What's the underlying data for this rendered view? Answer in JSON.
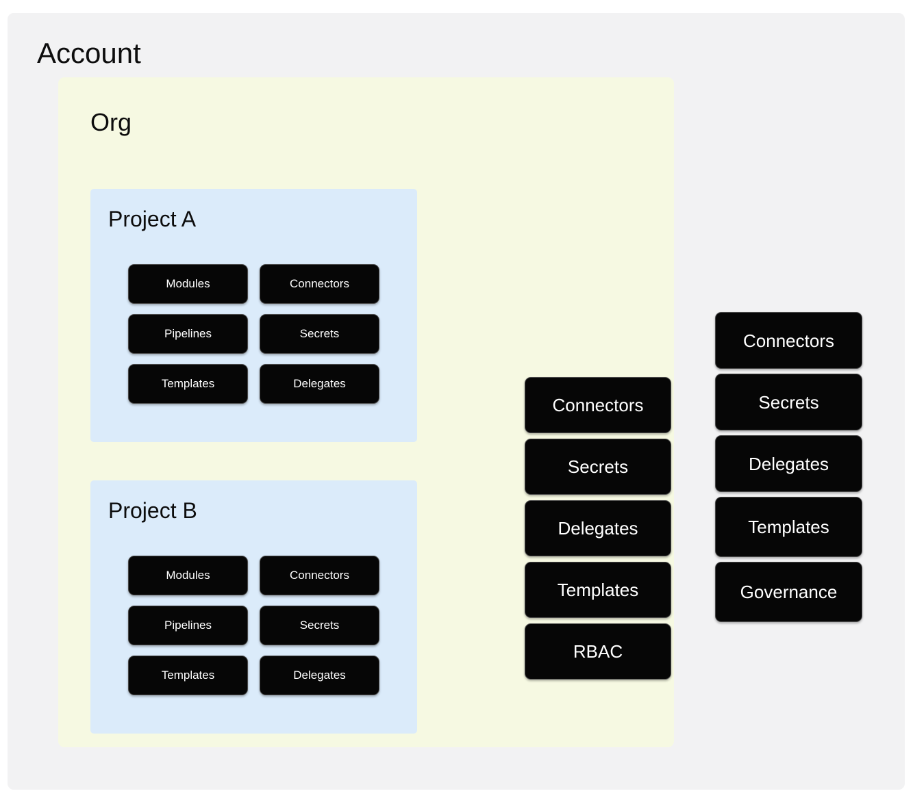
{
  "diagram": {
    "account": {
      "title": "Account",
      "bg_color": "#f2f2f3"
    },
    "org": {
      "title": "Org",
      "bg_color": "#f6f9e2"
    },
    "projects": [
      {
        "title": "Project A",
        "bg_color": "#dbebfa",
        "resources": [
          "Modules",
          "Connectors",
          "Pipelines",
          "Secrets",
          "Templates",
          "Delegates"
        ]
      },
      {
        "title": "Project B",
        "bg_color": "#dbebfa",
        "resources": [
          "Modules",
          "Connectors",
          "Pipelines",
          "Secrets",
          "Templates",
          "Delegates"
        ]
      }
    ],
    "org_resources": [
      "Connectors",
      "Secrets",
      "Delegates",
      "Templates",
      "RBAC"
    ],
    "account_resources": [
      "Connectors",
      "Secrets",
      "Delegates",
      "Templates",
      "Governance"
    ],
    "button_style": {
      "fill": "#060606",
      "text_color": "#ffffff",
      "border_color": "#4a4a4a"
    }
  }
}
